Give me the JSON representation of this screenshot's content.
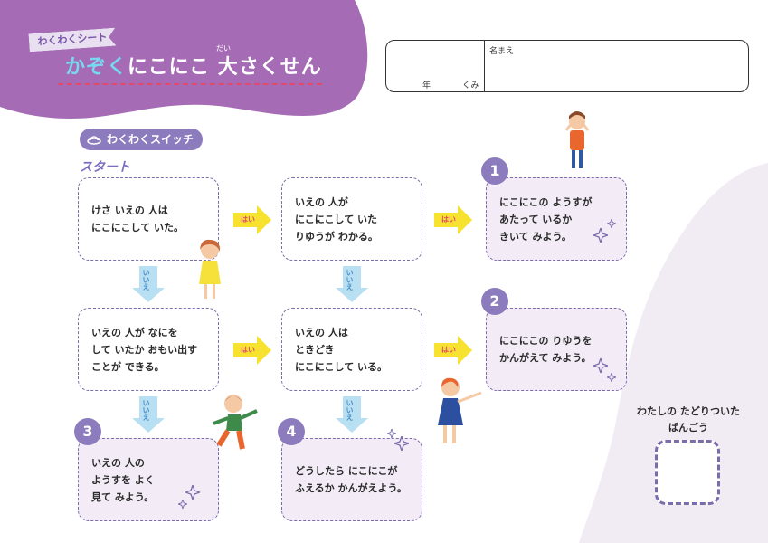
{
  "header": {
    "tag_label": "わくわくシート",
    "title_colored": "かぞく",
    "title_rest": "にこにこ 大さくせん",
    "ruby_dai": "だい"
  },
  "namebox": {
    "year_label": "年",
    "class_label": "くみ",
    "name_label": "名まえ"
  },
  "switch_label": "わくわくスイッチ",
  "start_label": "スタート",
  "yes_label": "はい",
  "no_label": "いいえ",
  "steps": {
    "q1": "けさ いえの 人は\nにこにこして いた。",
    "q2": "いえの 人が\nにこにこして いた\nりゆうが わかる。",
    "q3": "いえの 人が なにを\nして いたか おもい出す\nことが できる。",
    "q4": "いえの 人は\nときどき\nにこにこして いる。"
  },
  "results": {
    "r1": {
      "num": "1",
      "text": "にこにこの ようすが\nあたって いるか\nきいて みよう。"
    },
    "r2": {
      "num": "2",
      "text": "にこにこの りゆうを\nかんがえて みよう。"
    },
    "r3": {
      "num": "3",
      "text": "いえの 人の\nようすを よく\n見て みよう。"
    },
    "r4": {
      "num": "4",
      "text": "どうしたら にこにこが\nふえるか かんがえよう。"
    }
  },
  "final_label": "わたしの たどりついた\nばんごう",
  "icons": {
    "switch": "ufo-icon",
    "sparkle": "sparkle-icon",
    "yes_arrow": "right-arrow-icon",
    "no_arrow": "down-arrow-icon"
  },
  "colors": {
    "purple": "#8c7bbd",
    "header": "#a56bb5",
    "accent": "#e24a6b",
    "yellow": "#f7e230",
    "blue_arrow": "#b9dff2"
  }
}
